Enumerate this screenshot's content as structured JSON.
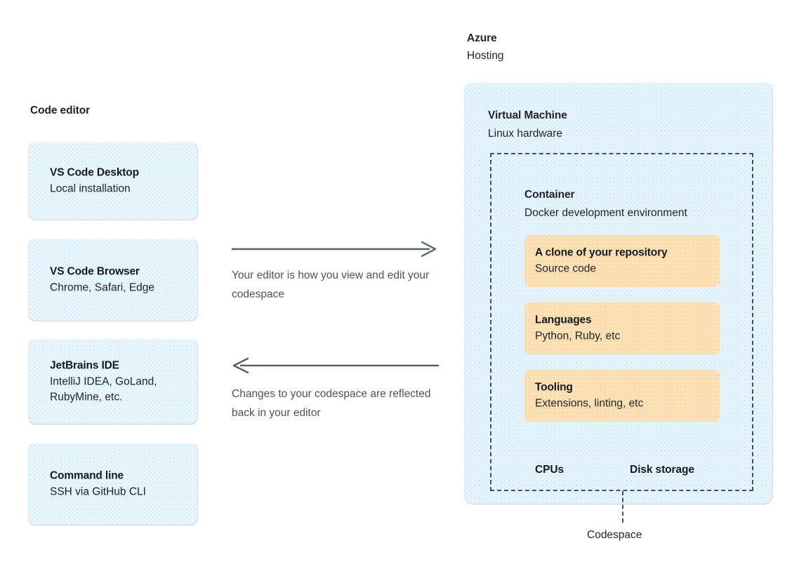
{
  "diagram": {
    "title_left": "Code editor",
    "azure": {
      "title": "Azure",
      "subtitle": "Hosting"
    },
    "vm": {
      "title": "Virtual Machine",
      "subtitle": "Linux hardware"
    },
    "container": {
      "title": "Container",
      "subtitle": "Docker development environment"
    },
    "codespace_label": "Codespace"
  },
  "editors": [
    {
      "title": "VS Code Desktop",
      "subtitle": "Local installation"
    },
    {
      "title": "VS Code Browser",
      "subtitle": "Chrome, Safari, Edge"
    },
    {
      "title": "JetBrains IDE",
      "subtitle": "IntelliJ IDEA, GoLand, RubyMine, etc."
    },
    {
      "title": "Command line",
      "subtitle": "SSH via GitHub CLI"
    }
  ],
  "arrows": [
    {
      "direction": "right",
      "icon": "arrow-right-icon",
      "caption": "Your editor is how you view and edit your codespace"
    },
    {
      "direction": "left",
      "icon": "arrow-left-icon",
      "caption": "Changes to your codespace are reflected back in your editor"
    }
  ],
  "container_items": [
    {
      "title": "A clone of your repository",
      "subtitle": "Source code"
    },
    {
      "title": "Languages",
      "subtitle": "Python, Ruby, etc"
    },
    {
      "title": "Tooling",
      "subtitle": "Extensions, linting, etc"
    }
  ],
  "hardware": [
    {
      "label": "CPUs"
    },
    {
      "label": "Disk storage"
    }
  ],
  "colors": {
    "blue_fill": "#e3f6fd",
    "blue_dot": "#bfe9f5",
    "orange_fill": "#fcddb0",
    "dashed_stroke": "#4a4f56",
    "arrow_stroke": "#586069",
    "text": "#1f2328",
    "caption_text": "#4c535c"
  }
}
